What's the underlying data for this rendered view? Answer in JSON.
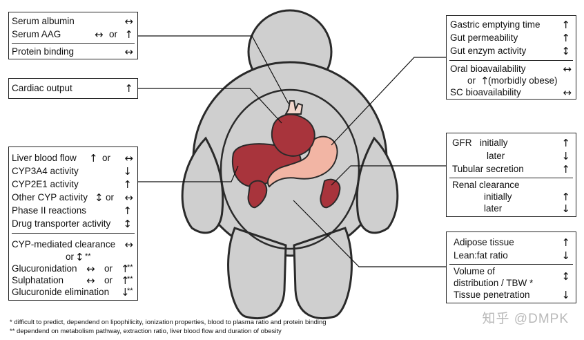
{
  "symbols": {
    "both": "↔",
    "up": "↑",
    "down": "↓",
    "updown": "↕"
  },
  "serum_box": {
    "albumin": "Serum albumin",
    "aag": "Serum AAG",
    "or": "or",
    "protein_binding": "Protein binding"
  },
  "cardiac_box": {
    "label": "Cardiac output"
  },
  "liver_box": {
    "blood_flow": "Liver blood flow",
    "or": "or",
    "cyp3a4": "CYP3A4 activity",
    "cyp2e1": "CYP2E1 activity",
    "other_cyp": "Other CYP activity",
    "phase2": "Phase II reactions",
    "transporter": "Drug transporter activity",
    "cyp_clearance": "CYP-mediated clearance",
    "cyp_clearance_note": "**",
    "glucuronidation": "Glucuronidation",
    "sulphatation": "Sulphatation",
    "glucuronide_elim": "Glucuronide elimination",
    "double_star": "**"
  },
  "gut_box": {
    "gastric": "Gastric emptying time",
    "permeability": "Gut permeability",
    "enzyme": "Gut enzym activity",
    "oral": "Oral bioavailability",
    "or": "or",
    "morbid": "(morbidly obese)",
    "sc": "SC bioavailability"
  },
  "kidney_box": {
    "gfr": "GFR",
    "initially": "initially",
    "later": "later",
    "tubular": "Tubular secretion",
    "renal": "Renal clearance"
  },
  "tissue_box": {
    "adipose": "Adipose tissue",
    "lean_fat": "Lean:fat ratio",
    "vd1": "Volume of",
    "vd2": "distribution / TBW *",
    "penetration": "Tissue penetration"
  },
  "footnotes": {
    "note1": "* difficult to predict, dependend on lipophilicity, ionization properties, blood to plasma ratio and protein binding",
    "note2": "** dependend on metabolism pathway, extraction ratio, liver blood flow and duration of obesity"
  },
  "watermark": "知乎 @DMPK",
  "colors": {
    "body": "#cfcfcf",
    "organ": "#a8343c",
    "organ_dark": "#7a1f27",
    "stomach": "#f2b5a4",
    "outline": "#2a2a2a"
  }
}
